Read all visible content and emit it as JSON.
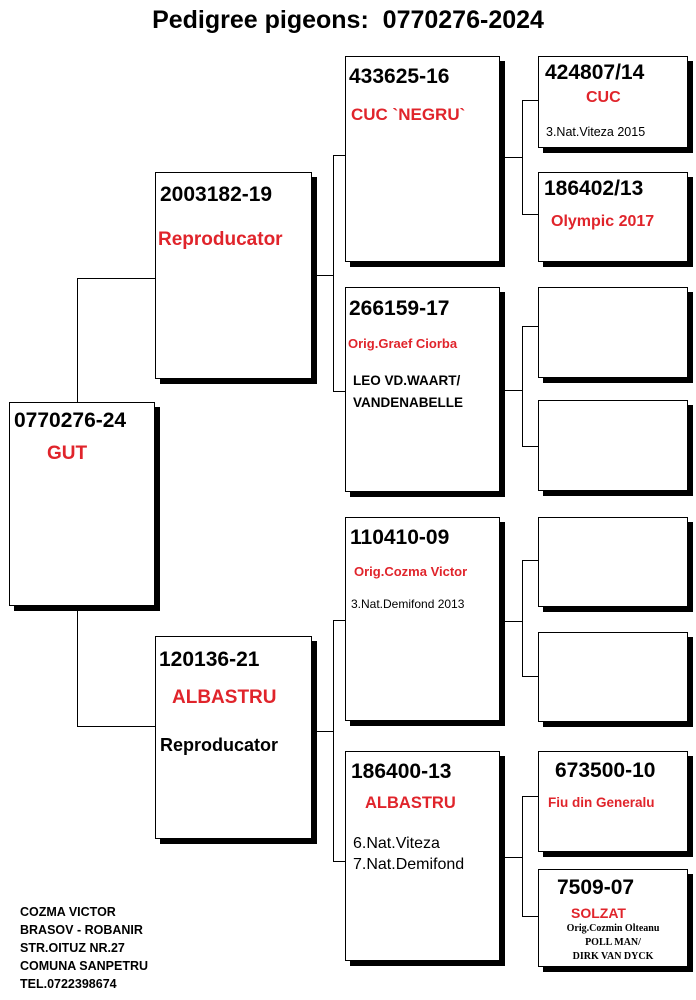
{
  "header": {
    "title": "Pedigree pigeons:  0770276-2024"
  },
  "pigeon": {
    "ring": "0770276-24",
    "color": "GUT"
  },
  "sire": {
    "ring": "2003182-19",
    "note": "Reproducator"
  },
  "dam": {
    "ring": "120136-21",
    "color": "ALBASTRU",
    "note": "Reproducator"
  },
  "sire_sire": {
    "ring": "433625-16",
    "name": "CUC `NEGRU`"
  },
  "sire_dam": {
    "ring": "266159-17",
    "origin": "Orig.Graef Ciorba",
    "line1": "LEO VD.WAART/",
    "line2": "VANDENABELLE"
  },
  "dam_sire": {
    "ring": "110410-09",
    "origin": "Orig.Cozma Victor",
    "result": "3.Nat.Demifond 2013"
  },
  "dam_dam": {
    "ring": "186400-13",
    "color": "ALBASTRU",
    "result1": "6.Nat.Viteza",
    "result2": "7.Nat.Demifond"
  },
  "ss_sire": {
    "ring": "424807/14",
    "name": "CUC",
    "result": "3.Nat.Viteza 2015"
  },
  "ss_dam": {
    "ring": "186402/13",
    "result": "Olympic 2017"
  },
  "dd_sire": {
    "ring": "673500-10",
    "note": "Fiu din Generalu"
  },
  "dd_dam": {
    "ring": "7509-07",
    "color": "SOLZAT",
    "origin": "Orig.Cozmin Olteanu",
    "line1": "POLL MAN/",
    "line2": "DIRK VAN DYCK"
  },
  "owner": {
    "name": "COZMA VICTOR",
    "city": "BRASOV - ROBANIR",
    "street": "STR.OITUZ NR.27",
    "commune": "COMUNA SANPETRU",
    "phone": "TEL.0722398674"
  }
}
